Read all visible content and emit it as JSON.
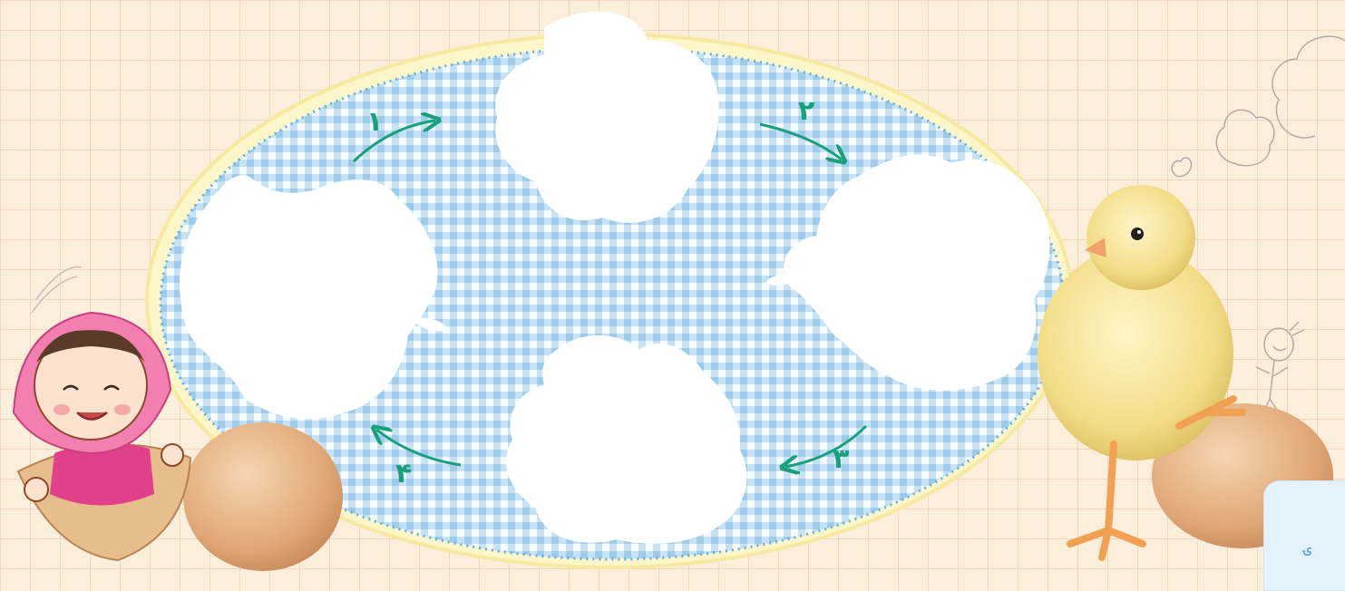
{
  "cycle": {
    "labels": [
      "۱",
      "۲",
      "۳",
      "۴"
    ],
    "arrow_color": "#17a07a",
    "oval_fill": "#cfe7f6",
    "oval_border": "#f5eaa0"
  },
  "corner": {
    "mark": "ۍ"
  }
}
